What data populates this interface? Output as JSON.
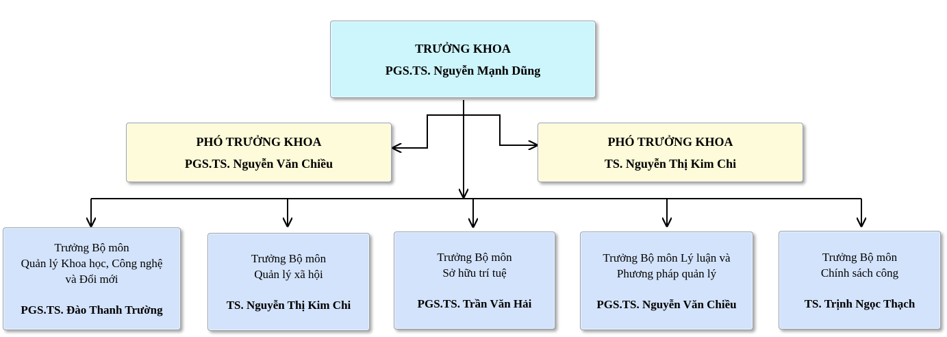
{
  "dean": {
    "title": "TRƯỞNG KHOA",
    "name": "PGS.TS. Nguyễn Mạnh Dũng"
  },
  "deputies": [
    {
      "title": "PHÓ TRƯỞNG KHOA",
      "name": "PGS.TS. Nguyễn Văn Chiều"
    },
    {
      "title": "PHÓ TRƯỞNG KHOA",
      "name": "TS. Nguyễn Thị Kim Chi"
    }
  ],
  "departments": [
    {
      "role_lines": [
        "Trưởng Bộ môn",
        "Quản lý Khoa học, Công nghệ",
        "và Đổi mới"
      ],
      "name": "PGS.TS. Đào Thanh Trường"
    },
    {
      "role_lines": [
        "Trưởng Bộ môn",
        "Quản lý xã hội"
      ],
      "name": "TS. Nguyễn Thị Kim Chi"
    },
    {
      "role_lines": [
        "Trưởng Bộ môn",
        "Sở hữu trí tuệ"
      ],
      "name": "PGS.TS. Trần Văn Hải"
    },
    {
      "role_lines": [
        "Trưởng Bộ môn Lý luận và",
        "Phương pháp quản lý"
      ],
      "name": "PGS.TS. Nguyễn Văn Chiều"
    },
    {
      "role_lines": [
        "Trưởng Bộ môn",
        "Chính sách công"
      ],
      "name": "TS. Trịnh Ngọc Thạch"
    }
  ],
  "colors": {
    "dean_fill": "#cdf5fc",
    "deputy_fill": "#fdfbd9",
    "department_fill": "#d3e3fb",
    "connector": "#000000"
  }
}
